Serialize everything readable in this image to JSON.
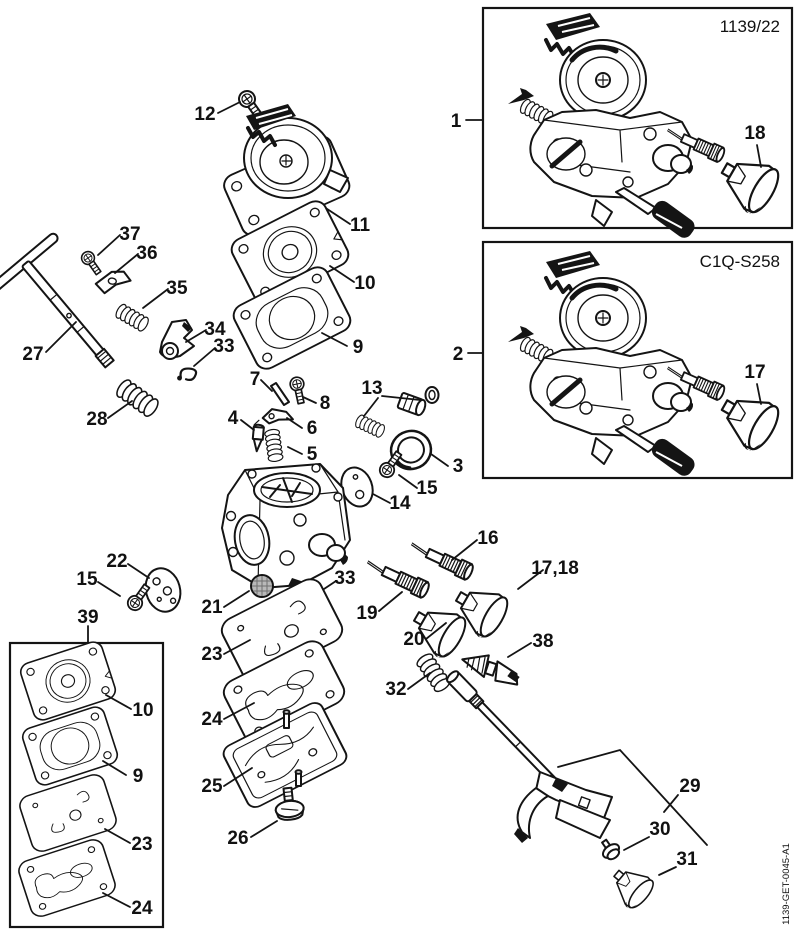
{
  "figure": {
    "frames": {
      "frame1_label": "1139/22",
      "frame2_label": "C1Q-S258"
    },
    "doc_number": "1139-GET-0045-A1",
    "callouts": {
      "c1": "1",
      "c2": "2",
      "c3": "3",
      "c4": "4",
      "c5": "5",
      "c6": "6",
      "c7": "7",
      "c8": "8",
      "c9a": "9",
      "c9b": "9",
      "c10a": "10",
      "c10b": "10",
      "c11": "11",
      "c12": "12",
      "c13": "13",
      "c14": "14",
      "c15a": "15",
      "c15b": "15",
      "c16": "16",
      "c17": "17",
      "c17_18": "17,18",
      "c18": "18",
      "c19": "19",
      "c20": "20",
      "c21": "21",
      "c22": "22",
      "c23a": "23",
      "c23b": "23",
      "c24a": "24",
      "c24b": "24",
      "c25": "25",
      "c26": "26",
      "c27": "27",
      "c28": "28",
      "c29": "29",
      "c30": "30",
      "c31": "31",
      "c32": "32",
      "c33a": "33",
      "c33b": "33",
      "c34": "34",
      "c35": "35",
      "c36": "36",
      "c37": "37",
      "c38": "38",
      "c39": "39"
    }
  }
}
